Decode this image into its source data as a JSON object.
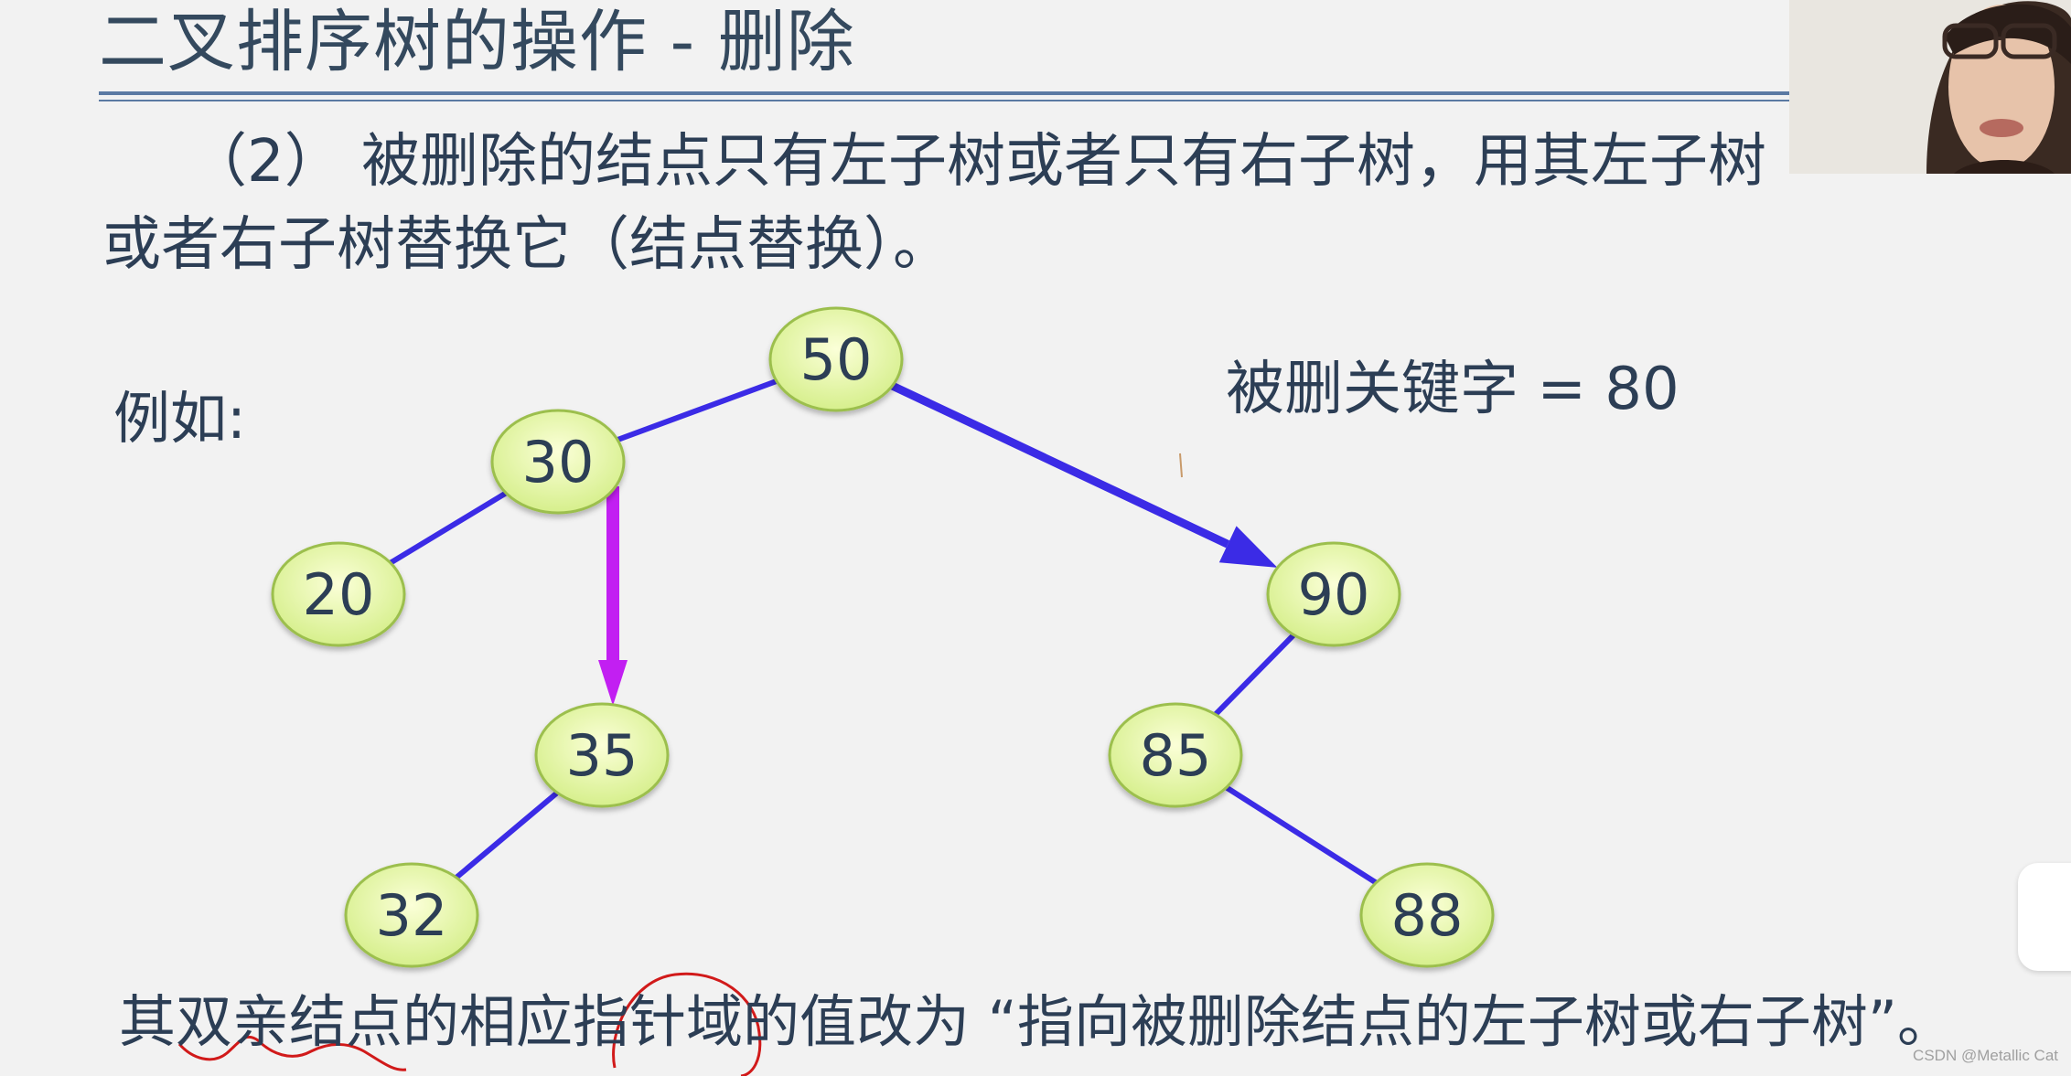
{
  "slide": {
    "title": "二叉排序树的操作 - 删除",
    "paragraph_line_1": "（2） 被删除的结点只有左子树或者只有右子树，用其左子树",
    "paragraph_line_2": "或者右子树替换它（结点替换）。",
    "example_label": "例如:",
    "deleted_key_text": "被删关键字 = 80",
    "bottom_text": "其双亲结点的相应指针域的值改为 “指向被删除结点的左子树或右子树”。",
    "watermark": "CSDN @Metallic Cat"
  },
  "tree": {
    "nodes": [
      {
        "id": "n50",
        "label": "50"
      },
      {
        "id": "n30",
        "label": "30"
      },
      {
        "id": "n20",
        "label": "20"
      },
      {
        "id": "n35",
        "label": "35"
      },
      {
        "id": "n32",
        "label": "32"
      },
      {
        "id": "n90",
        "label": "90"
      },
      {
        "id": "n85",
        "label": "85"
      },
      {
        "id": "n88",
        "label": "88"
      }
    ],
    "edges": [
      {
        "from": "n50",
        "to": "n30",
        "kind": "line"
      },
      {
        "from": "n30",
        "to": "n20",
        "kind": "line"
      },
      {
        "from": "n35",
        "to": "n32",
        "kind": "line"
      },
      {
        "from": "n90",
        "to": "n85",
        "kind": "line"
      },
      {
        "from": "n85",
        "to": "n88",
        "kind": "line"
      },
      {
        "from": "n50",
        "to": "n90",
        "kind": "arrow"
      },
      {
        "from": "n30",
        "to": "n35",
        "kind": "arrow"
      }
    ],
    "colors": {
      "node_fill_center": "#fbffd8",
      "node_fill_edge": "#d6ef8c",
      "node_stroke": "#9cbf4e",
      "edge_blue": "#3b2be6",
      "arrow_magenta": "#c21ff2",
      "annotation_red": "#d11a1a",
      "text": "#2c3e55"
    }
  }
}
